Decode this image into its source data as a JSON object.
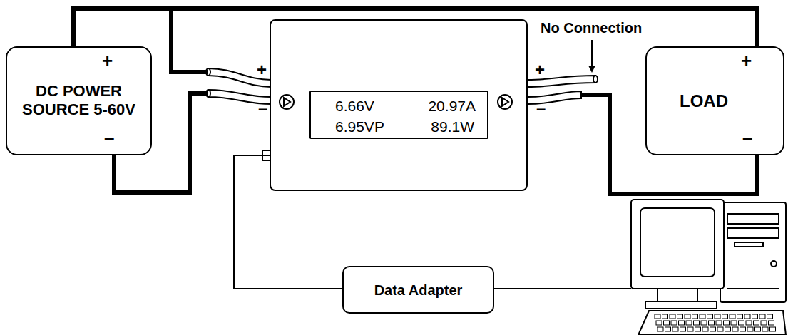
{
  "diagram": {
    "nodes": [
      {
        "text": [
          "+",
          "DC POWER SOURCE 5-60V",
          "–"
        ]
      },
      {
        "text": [
          "+",
          "–",
          "+",
          "–"
        ]
      },
      {
        "text": [
          "6.66V",
          "20.97A",
          "6.95VP",
          "89.1W"
        ],
        "in": 1
      },
      {
        "text": [
          "+",
          "LOAD",
          "–"
        ]
      },
      {
        "text": [
          "Data Adapter"
        ]
      }
    ],
    "edges": [
      {
        "from": 0,
        "to": 1,
        "arrow": "none"
      },
      {
        "from": 0,
        "to": 1,
        "arrow": "none"
      },
      {
        "from": 0,
        "to": 3,
        "arrow": "none"
      },
      {
        "from": 1,
        "to": 3,
        "arrow": "none"
      },
      {
        "from": 1,
        "to": 4,
        "arrow": "none"
      }
    ],
    "labels": [
      "No Connection"
    ]
  }
}
